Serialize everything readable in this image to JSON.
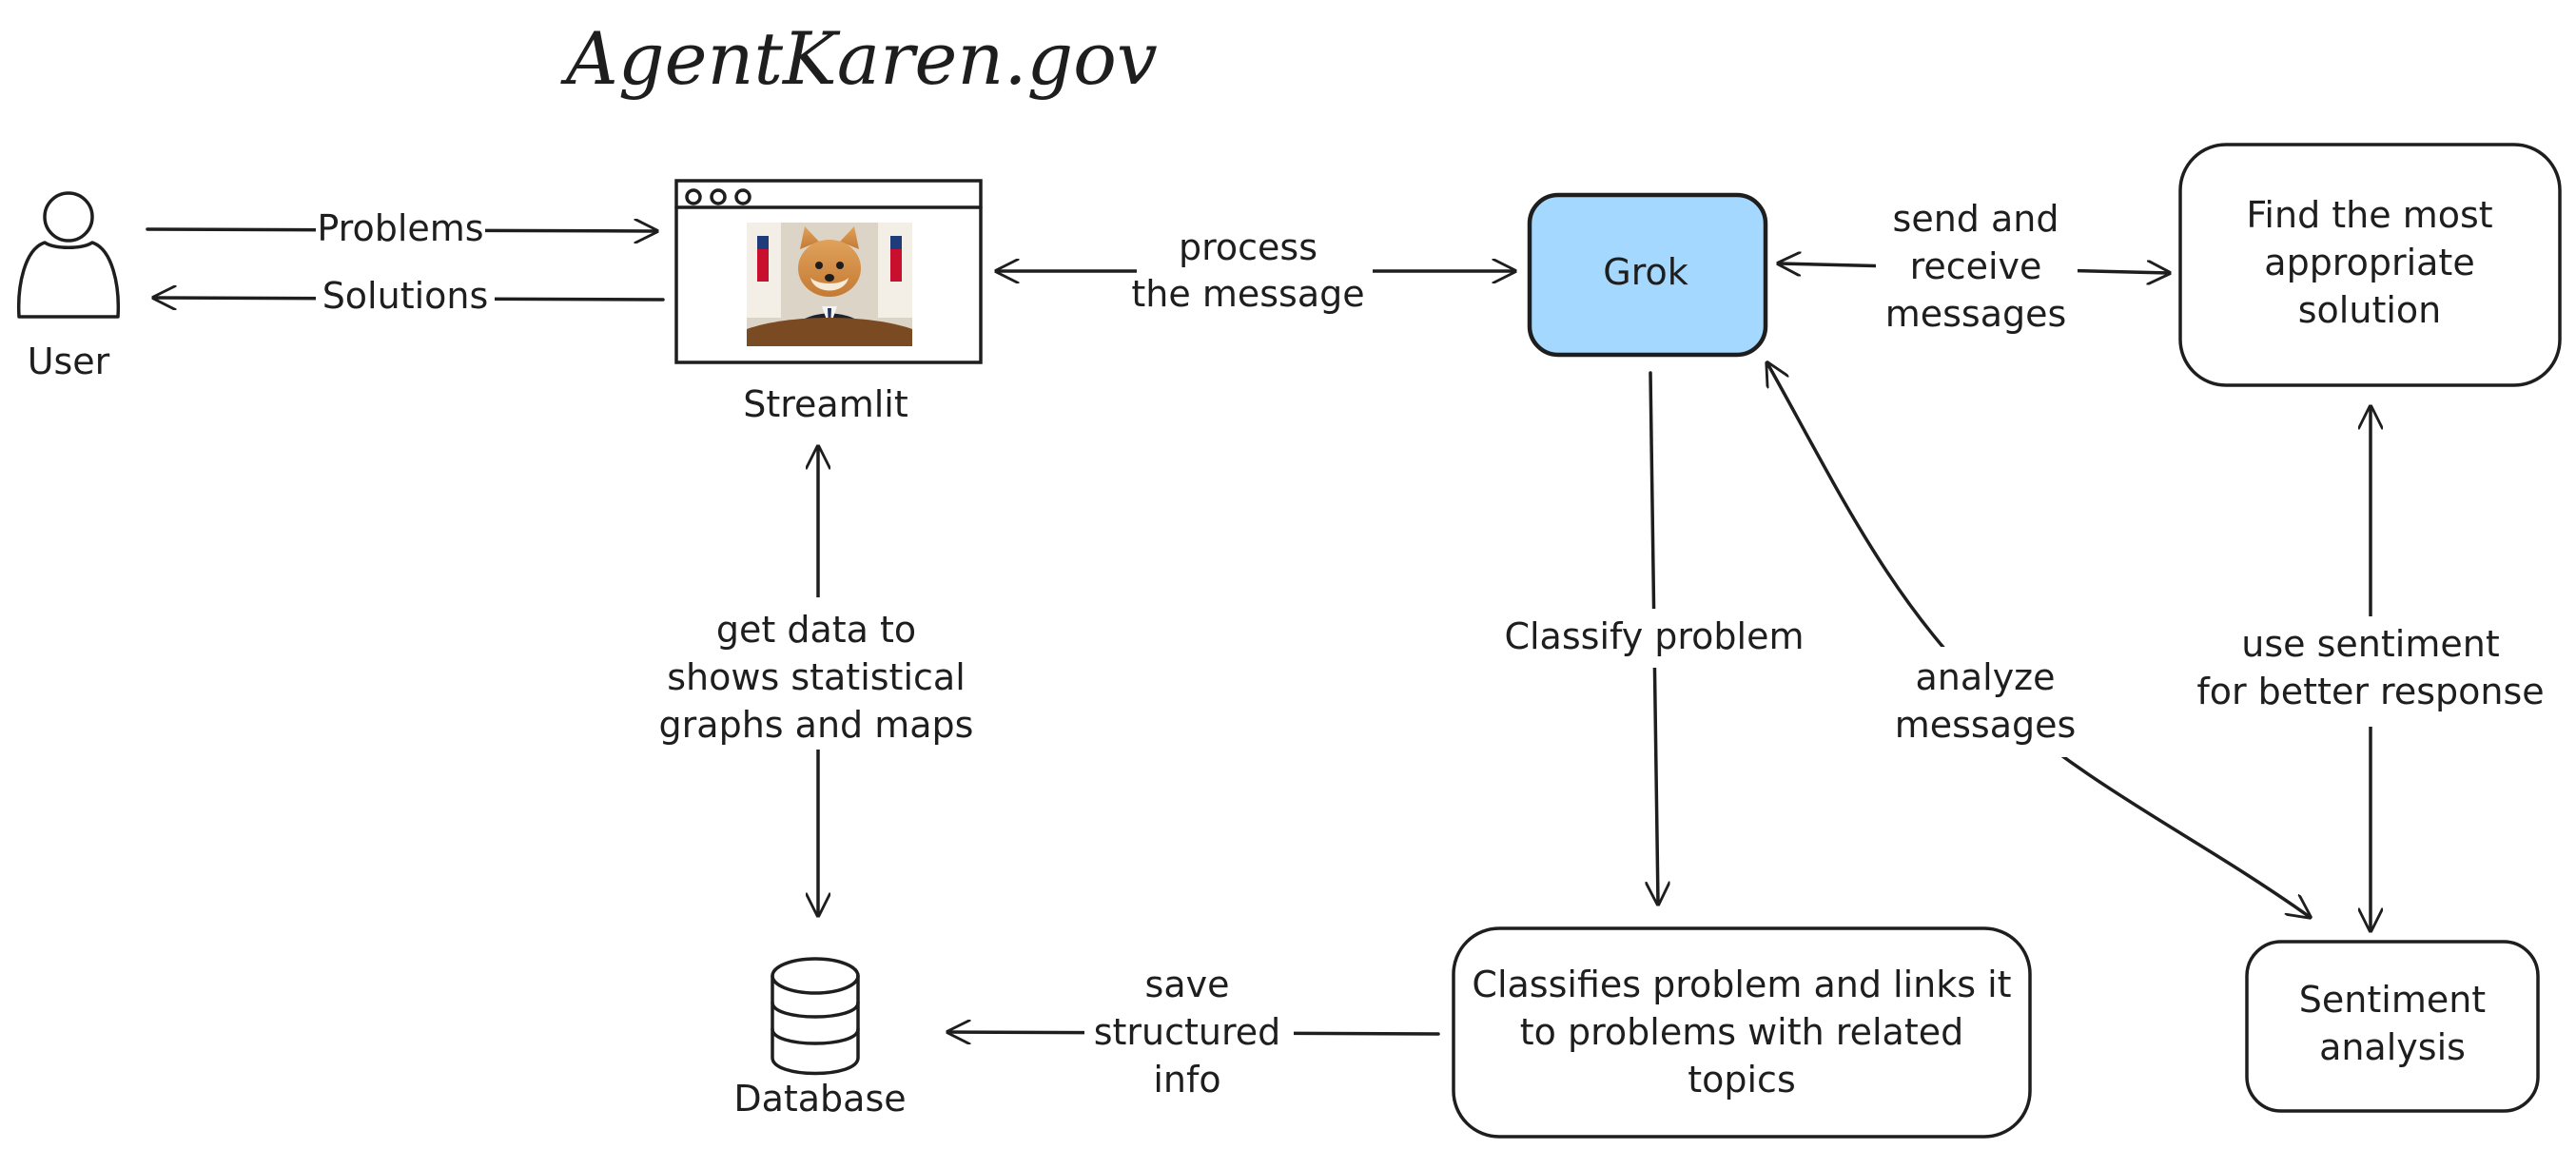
{
  "title": "AgentKaren.gov",
  "nodes": {
    "user": "User",
    "streamlit": "Streamlit",
    "grok": "Grok",
    "find_solution": [
      "Find the most",
      "appropriate",
      "solution"
    ],
    "classifier": [
      "Classifies problem and links it",
      "to problems with related",
      "topics"
    ],
    "sentiment": [
      "Sentiment",
      "analysis"
    ],
    "database": "Database"
  },
  "edges": {
    "problems": "Problems",
    "solutions": "Solutions",
    "process": [
      "process",
      "the message"
    ],
    "send_receive": [
      "send and",
      "receive",
      "messages"
    ],
    "get_data": [
      "get data to",
      "shows statistical",
      "graphs and maps"
    ],
    "classify": "Classify problem",
    "analyze": [
      "analyze",
      "messages"
    ],
    "use_sentiment": [
      "use sentiment",
      "for better response"
    ],
    "save": [
      "save",
      "structured",
      "info"
    ]
  },
  "colors": {
    "grok_fill": "#a5d8ff",
    "stroke": "#1e1e1e"
  },
  "icons": [
    "user-icon",
    "browser-window-icon",
    "fox-avatar-image",
    "database-icon"
  ]
}
